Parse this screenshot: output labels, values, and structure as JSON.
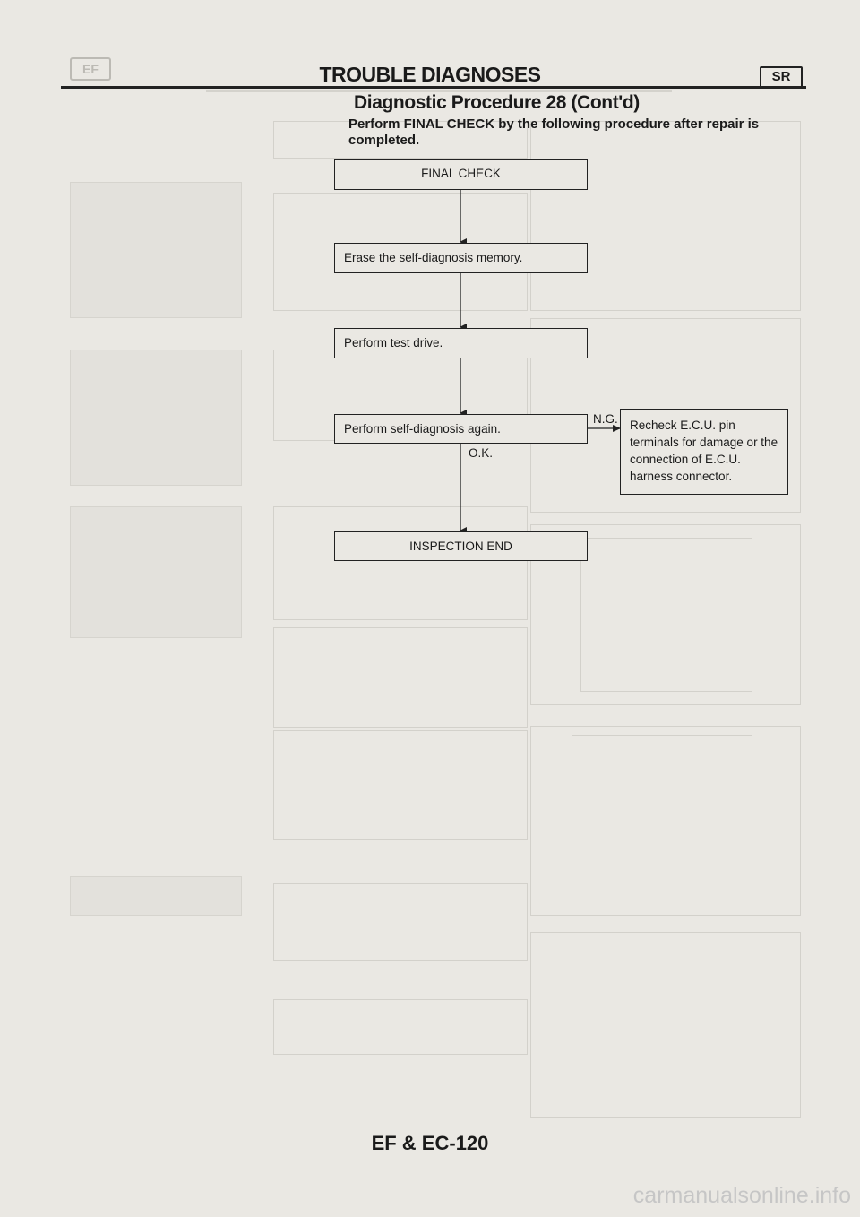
{
  "header": {
    "left_badge": "EF",
    "title": "TROUBLE DIAGNOSES",
    "right_badge": "SR"
  },
  "subtitle": "Diagnostic Procedure 28 (Cont'd)",
  "instruction": "Perform FINAL CHECK by the following procedure after repair is completed.",
  "flow": {
    "final_check": "FINAL CHECK",
    "erase_memory": "Erase the self-diagnosis memory.",
    "test_drive": "Perform test drive.",
    "self_diag_again": "Perform self-diagnosis again.",
    "ng_label": "N.G.",
    "ok_label": "O.K.",
    "recheck_note": "Recheck E.C.U. pin terminals for damage or the connection of E.C.U. harness connector.",
    "inspection_end": "INSPECTION END"
  },
  "footer": {
    "page_code": "EF & EC-120"
  },
  "watermark": "carmanualsonline.info"
}
